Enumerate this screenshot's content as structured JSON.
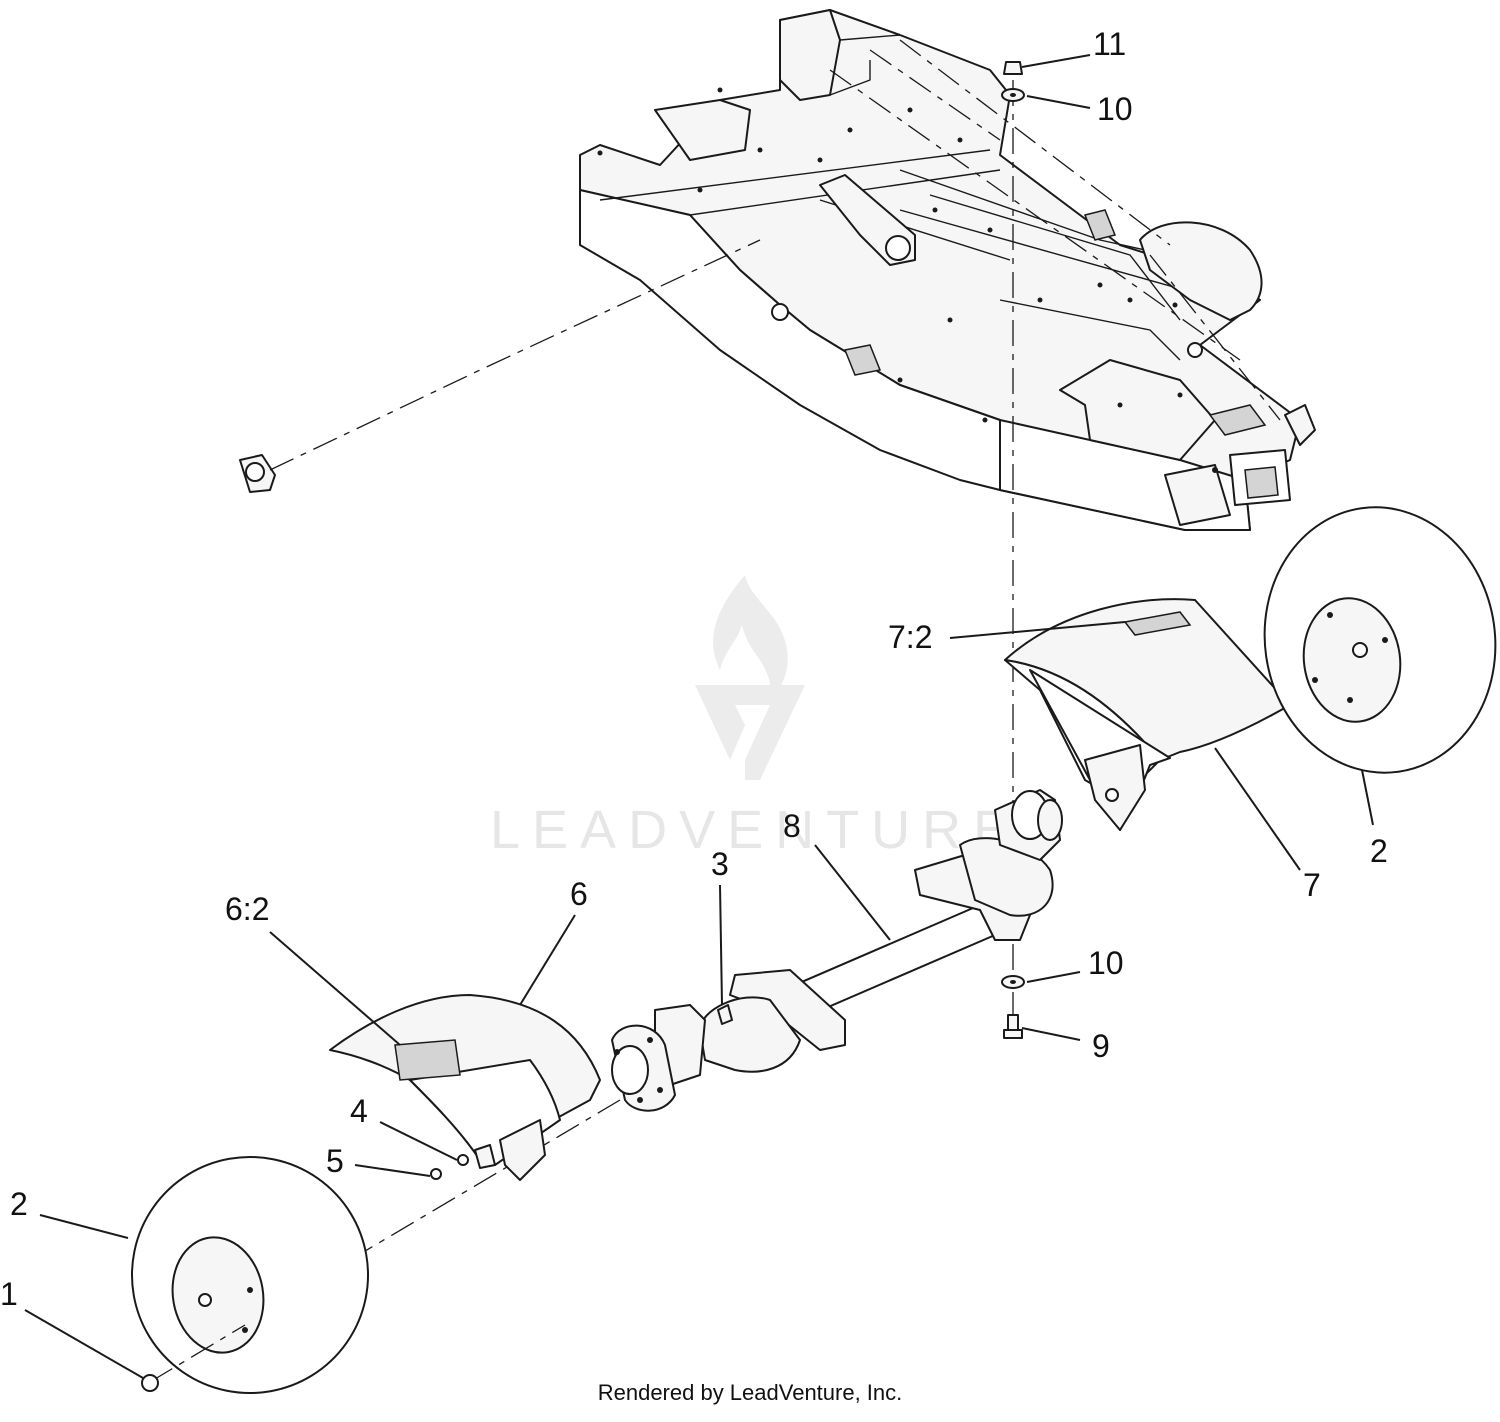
{
  "diagram": {
    "callouts": [
      {
        "id": "c11",
        "label": "11"
      },
      {
        "id": "c10a",
        "label": "10"
      },
      {
        "id": "c72",
        "label": "7:2"
      },
      {
        "id": "c2r",
        "label": "2"
      },
      {
        "id": "c7",
        "label": "7"
      },
      {
        "id": "c8",
        "label": "8"
      },
      {
        "id": "c3",
        "label": "3"
      },
      {
        "id": "c62",
        "label": "6:2"
      },
      {
        "id": "c6",
        "label": "6"
      },
      {
        "id": "c10b",
        "label": "10"
      },
      {
        "id": "c9",
        "label": "9"
      },
      {
        "id": "c4",
        "label": "4"
      },
      {
        "id": "c5",
        "label": "5"
      },
      {
        "id": "c2l",
        "label": "2"
      },
      {
        "id": "c1",
        "label": "1"
      }
    ]
  },
  "watermark": {
    "text": "LEADVENTURE"
  },
  "footer": {
    "text": "Rendered by LeadVenture, Inc."
  }
}
